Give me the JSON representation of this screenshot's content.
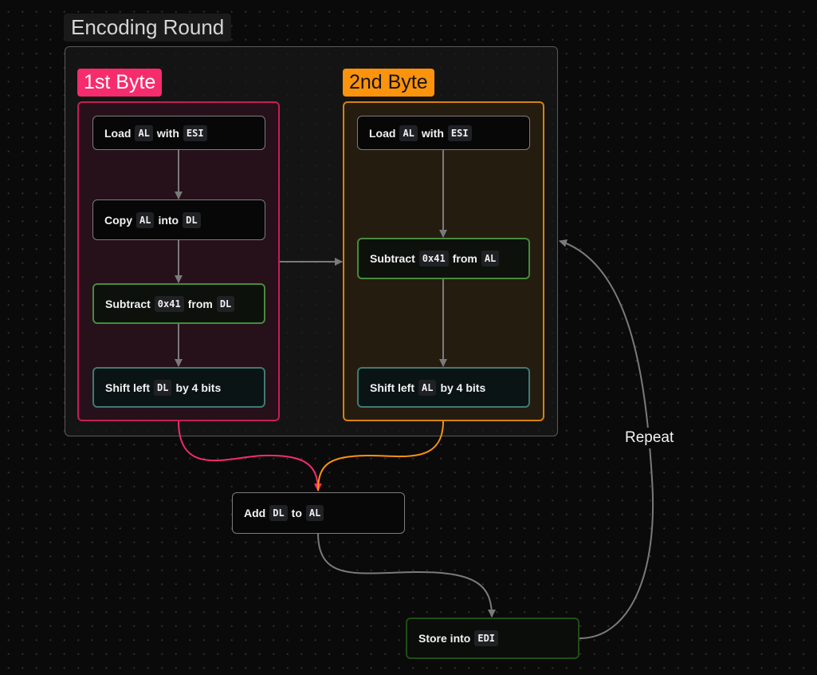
{
  "group": {
    "title": "Encoding Round"
  },
  "subgroups": {
    "first": {
      "label": "1st Byte",
      "color": "#f72c6c"
    },
    "second": {
      "label": "2nd Byte",
      "color": "#fb930c"
    }
  },
  "nodes": {
    "b1_load": {
      "parts": [
        "Load",
        "AL",
        "with",
        "ESI"
      ]
    },
    "b1_copy": {
      "parts": [
        "Copy",
        "AL",
        "into",
        "DL"
      ]
    },
    "b1_sub": {
      "parts": [
        "Subtract",
        "0x41",
        "from",
        "DL"
      ]
    },
    "b1_shift": {
      "parts": [
        "Shift left",
        "DL",
        "by 4 bits"
      ]
    },
    "b2_load": {
      "parts": [
        "Load",
        "AL",
        "with",
        "ESI"
      ]
    },
    "b2_sub": {
      "parts": [
        "Subtract",
        "0x41",
        "from",
        "AL"
      ]
    },
    "b2_shift": {
      "parts": [
        "Shift left",
        "AL",
        "by 4 bits"
      ]
    },
    "add": {
      "parts": [
        "Add",
        "DL",
        "to",
        "AL"
      ]
    },
    "store": {
      "parts": [
        "Store into",
        "EDI"
      ]
    }
  },
  "edges": {
    "repeat_label": "Repeat"
  },
  "colors": {
    "edge": "#7a7a7a",
    "pink": "#f72c6c",
    "orange": "#fb930c",
    "green": "#478a3d",
    "teal": "#3f7a74"
  }
}
